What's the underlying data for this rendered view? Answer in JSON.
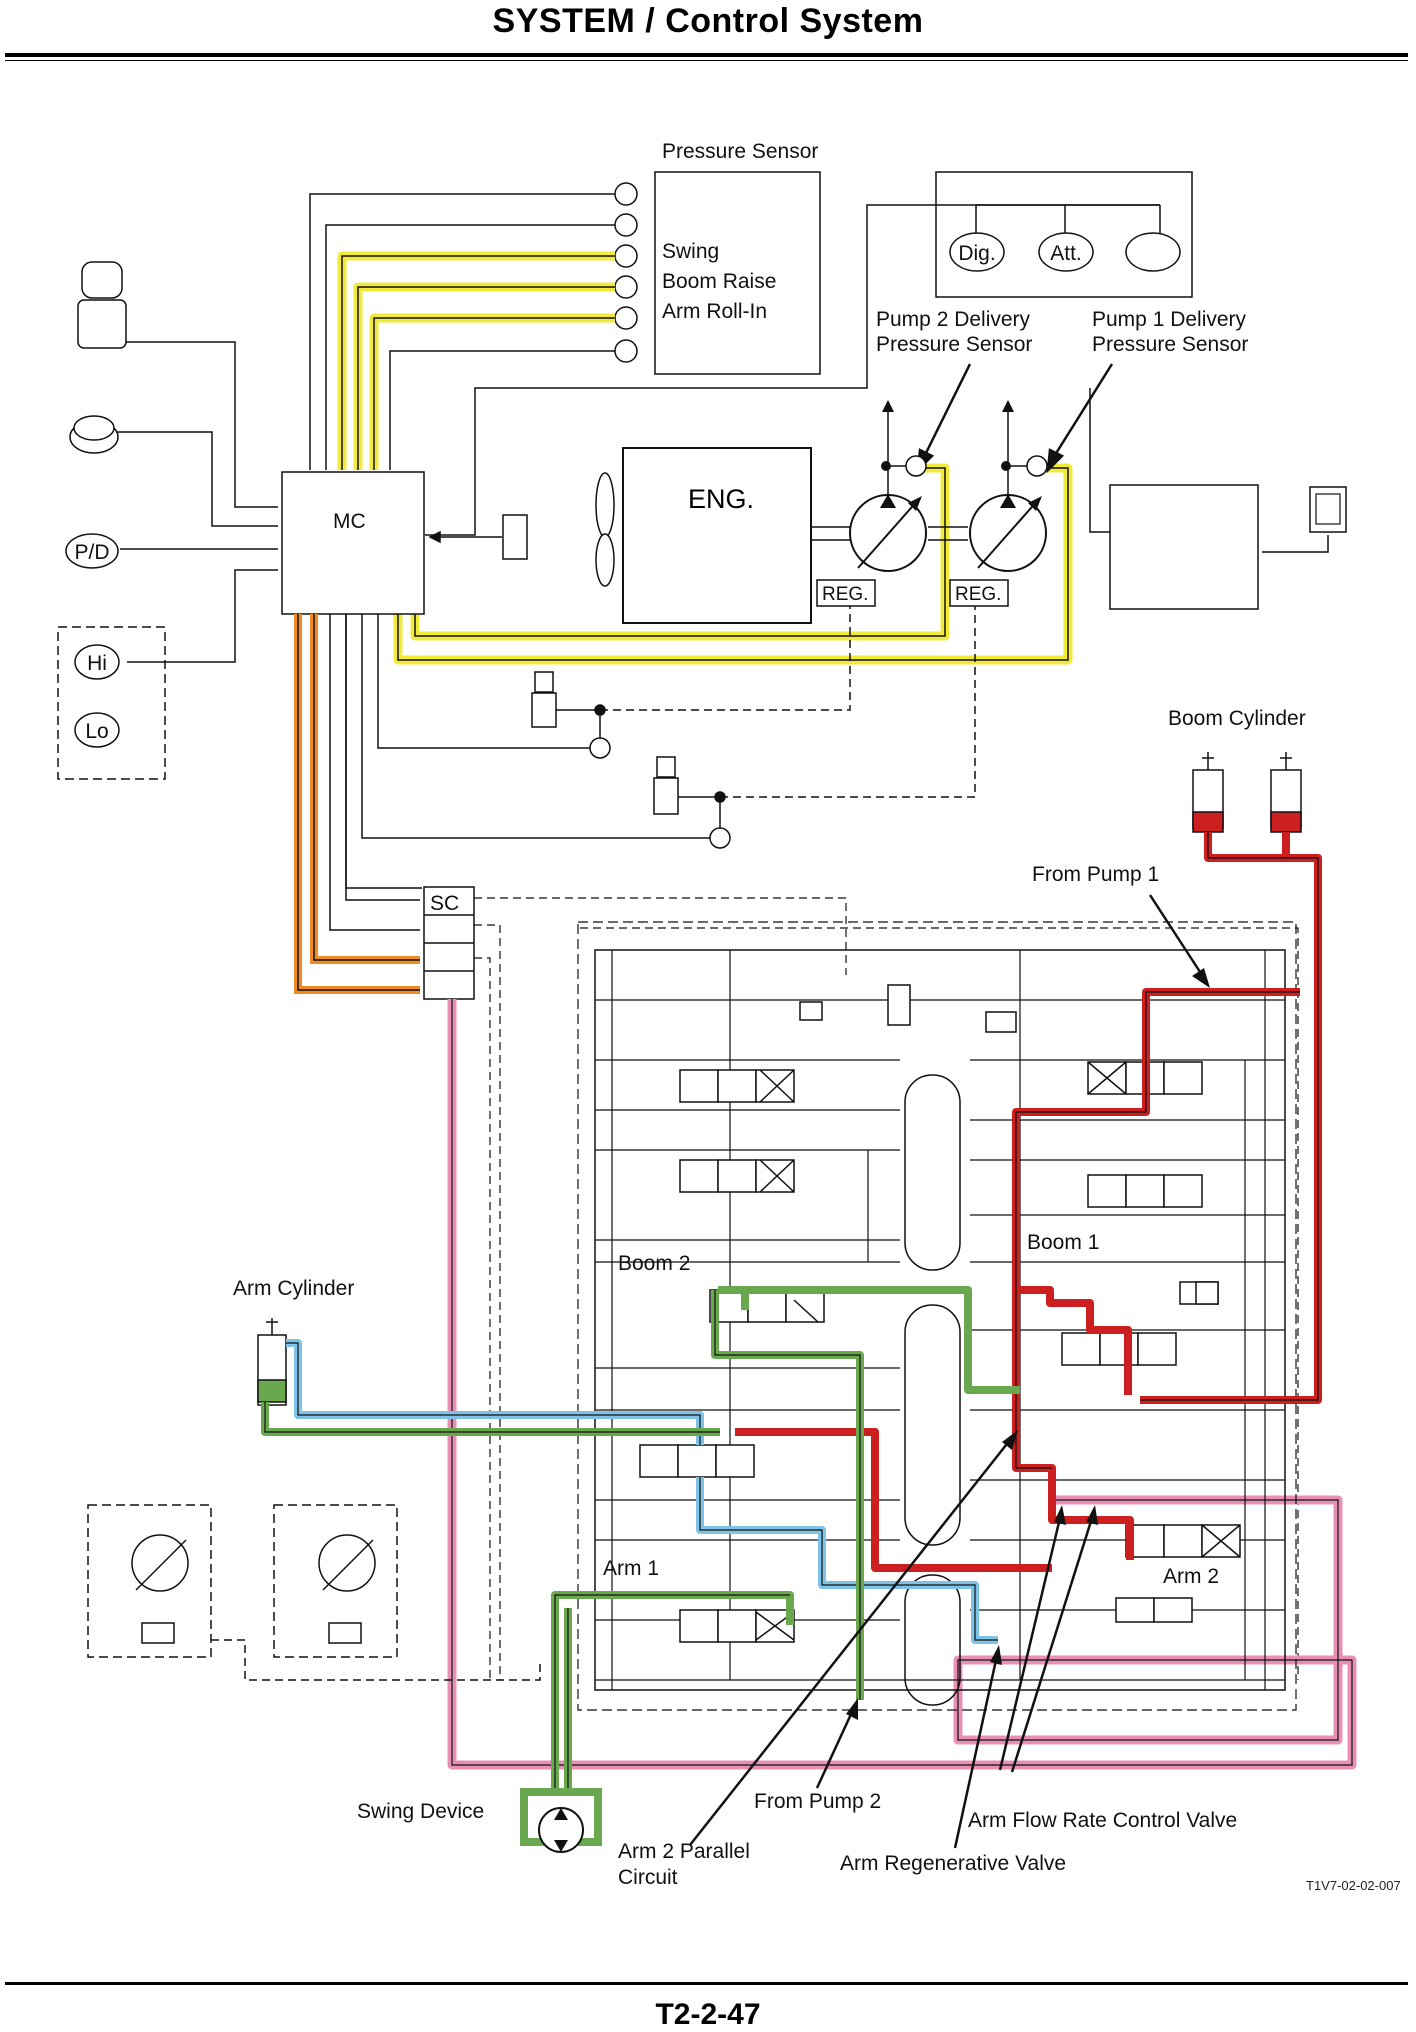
{
  "header": {
    "title": "SYSTEM / Control System"
  },
  "footer": {
    "page_number": "T2-2-47"
  },
  "diagram": {
    "labels": {
      "pressure_sensor": "Pressure Sensor",
      "swing": "Swing",
      "boom_raise": "Boom Raise",
      "arm_roll_in": "Arm Roll-In",
      "dig": "Dig.",
      "att": "Att.",
      "pump2_delivery_line1": "Pump 2 Delivery",
      "pump2_delivery_line2": "Pressure Sensor",
      "pump1_delivery_line1": "Pump 1 Delivery",
      "pump1_delivery_line2": "Pressure Sensor",
      "mc": "MC",
      "eng": "ENG.",
      "reg_left": "REG.",
      "reg_right": "REG.",
      "pd": "P/D",
      "hi": "Hi",
      "lo": "Lo",
      "sc": "SC",
      "boom_cylinder": "Boom Cylinder",
      "from_pump_1": "From Pump 1",
      "boom_1": "Boom 1",
      "boom_2": "Boom 2",
      "arm_cylinder": "Arm Cylinder",
      "arm_1": "Arm 1",
      "arm_2": "Arm 2",
      "swing_device": "Swing Device",
      "from_pump_2": "From Pump 2",
      "arm_2_parallel_line1": "Arm 2 Parallel",
      "arm_2_parallel_line2": "Circuit",
      "arm_flow_rate_control_valve": "Arm Flow Rate Control Valve",
      "arm_regenerative_valve": "Arm Regenerative Valve",
      "figure_code": "T1V7-02-02-007"
    },
    "line_colors": {
      "pilot_signal_yellow": "#f2ea3a",
      "pump1_pressure_red": "#cc1f1f",
      "pump2_pressure_green": "#6aa84f",
      "return_blue": "#7ec3e6",
      "solenoid_orange": "#f08a24",
      "drain_pink": "#e88fb4"
    }
  }
}
